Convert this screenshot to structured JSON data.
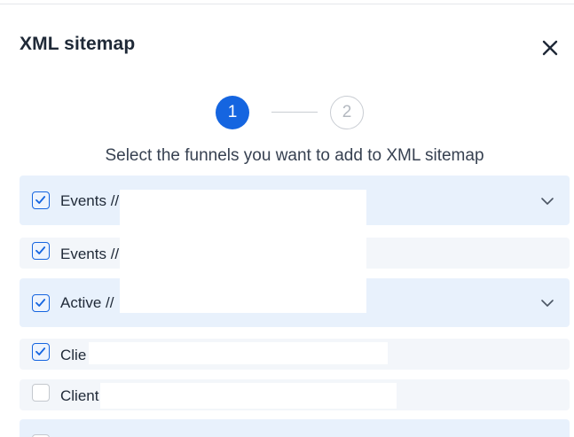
{
  "dialog": {
    "title": "XML sitemap",
    "close_icon": "close-icon"
  },
  "stepper": {
    "steps": [
      {
        "label": "1",
        "state": "active"
      },
      {
        "label": "2",
        "state": "inactive"
      }
    ],
    "active_color": "#1565e0"
  },
  "subtitle": "Select the funnels you want to add to XML sitemap",
  "funnels": [
    {
      "label": "Events //",
      "checked": true,
      "expandable": true
    },
    {
      "label": "Events //",
      "checked": true,
      "expandable": false
    },
    {
      "label": "Active //",
      "checked": true,
      "expandable": true
    },
    {
      "label": "Clie",
      "checked": true,
      "expandable": false
    },
    {
      "label": "Client",
      "checked": false,
      "expandable": false
    },
    {
      "label": "",
      "checked": false,
      "expandable": false
    }
  ]
}
